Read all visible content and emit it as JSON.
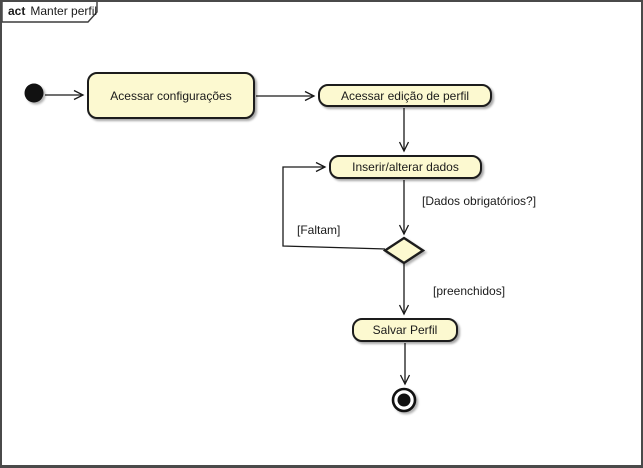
{
  "frame": {
    "keyword": "act",
    "title": "Manter perfil"
  },
  "colors": {
    "node_fill": "#FCF9D0",
    "node_border": "#1c1c1c",
    "edge_color": "#1a1a1a",
    "frame_border": "#4a4a4a",
    "background": "#ffffff"
  },
  "nodes": {
    "start": {
      "type": "initial-node"
    },
    "acessar_config": {
      "label": "Acessar configurações"
    },
    "acessar_edicao": {
      "label": "Acessar edição de perfil"
    },
    "inserir_dados": {
      "label": "Inserir/alterar dados"
    },
    "decision": {
      "type": "decision-node"
    },
    "salvar_perfil": {
      "label": "Salvar Perfil"
    },
    "end": {
      "type": "activity-final-node"
    }
  },
  "edge_labels": {
    "dados_obrigatorios": "[Dados obrigatórios?]",
    "faltam": "[Faltam]",
    "preenchidos": "[preenchidos]"
  }
}
